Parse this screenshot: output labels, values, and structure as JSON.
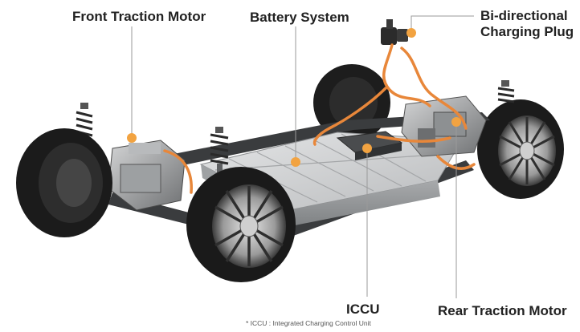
{
  "labels": {
    "front_motor": "Front Traction Motor",
    "battery": "Battery System",
    "charging_plug_line1": "Bi-directional",
    "charging_plug_line2": "Charging Plug",
    "iccu": "ICCU",
    "rear_motor": "Rear Traction Motor"
  },
  "footnote": "* ICCU : Integrated Charging Control Unit",
  "colors": {
    "marker": "#f2a341",
    "leader_line": "#9a9a9a",
    "cable": "#e8873a",
    "battery": "#c9cbcc",
    "tire": "#1b1b1b"
  }
}
